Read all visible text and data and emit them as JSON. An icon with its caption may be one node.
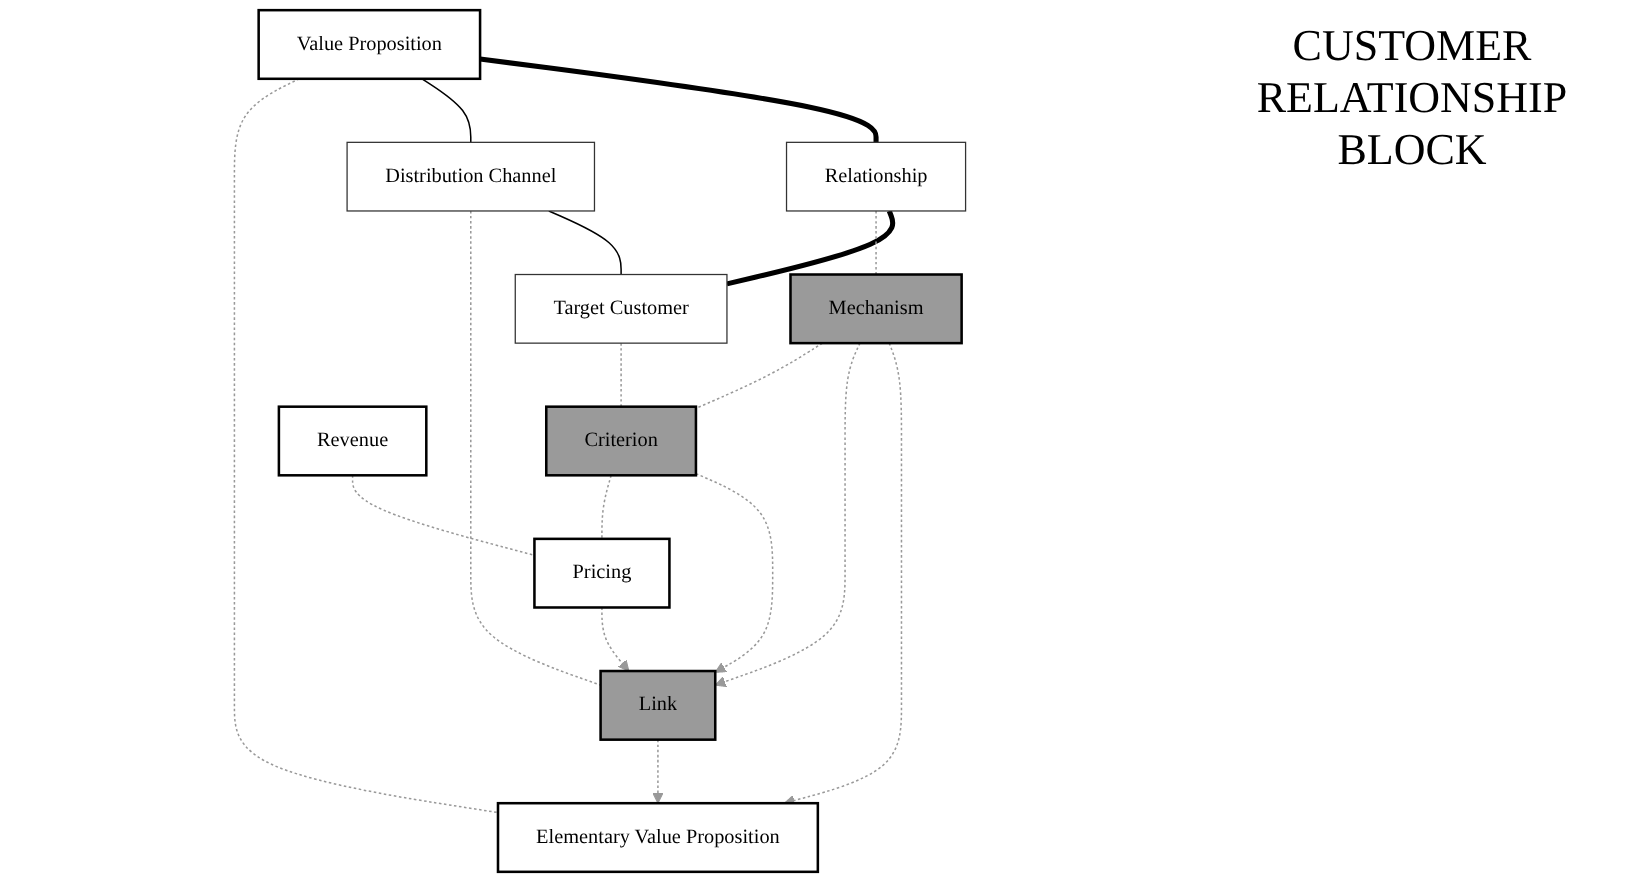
{
  "diagram": {
    "title": "CUSTOMER RELATIONSHIP BLOCK",
    "nodes": [
      {
        "text": [
          "Relationship"
        ]
      },
      {
        "text": [
          "Mechanism"
        ]
      },
      {
        "text": [
          "Value Proposition"
        ]
      },
      {
        "text": [
          "Distribution Channel"
        ]
      },
      {
        "text": [
          "Target Customer"
        ]
      },
      {
        "text": [
          "Elementary Value Proposition"
        ]
      },
      {
        "text": [
          "Link"
        ]
      },
      {
        "text": [
          "Criterion"
        ]
      },
      {
        "text": [
          "Revenue"
        ]
      },
      {
        "text": [
          "Pricing"
        ]
      }
    ],
    "edges": [
      {
        "from": 2,
        "to": 0,
        "arrow": "none",
        "style": "thick",
        "color": "#000000"
      },
      {
        "from": 0,
        "to": 4,
        "arrow": "none",
        "style": "thick",
        "color": "#000000"
      },
      {
        "from": 2,
        "to": 3,
        "arrow": "none",
        "color": "#000000"
      },
      {
        "from": 3,
        "to": 4,
        "arrow": "none",
        "color": "#000000"
      },
      {
        "from": 0,
        "to": 1,
        "arrow": "none",
        "style": "dashed"
      },
      {
        "from": 2,
        "to": 5,
        "arrow": "none",
        "style": "dashed"
      },
      {
        "from": 3,
        "to": 6,
        "arrow": "none",
        "style": "dashed"
      },
      {
        "from": 4,
        "to": 7,
        "arrow": "none",
        "style": "dashed"
      },
      {
        "from": 8,
        "to": 9,
        "arrow": "none",
        "style": "dashed"
      },
      {
        "from": 1,
        "to": 5,
        "arrow": "to",
        "style": "dashed"
      },
      {
        "from": 6,
        "to": 5,
        "arrow": "to",
        "style": "dashed"
      },
      {
        "from": 7,
        "to": 6,
        "arrow": "to",
        "style": "dashed"
      },
      {
        "from": 1,
        "to": 6,
        "arrow": "to",
        "style": "dashed"
      },
      {
        "from": 1,
        "to": 7,
        "arrow": "none",
        "style": "dashed"
      },
      {
        "from": 9,
        "to": 6,
        "arrow": "to",
        "style": "dashed"
      },
      {
        "from": 7,
        "to": 9,
        "arrow": "none",
        "style": "dashed"
      }
    ]
  }
}
